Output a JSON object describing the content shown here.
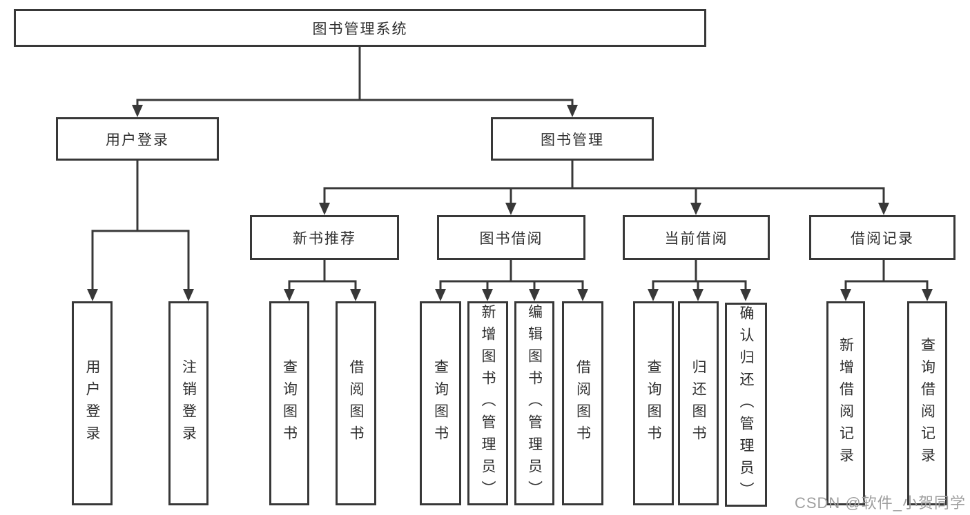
{
  "diagram_title": "图书管理系统",
  "colors": {
    "line": "#383838",
    "text": "#2f2f2f",
    "background": "#ffffff",
    "watermark": "#9e9e9e"
  },
  "nodes": {
    "root": "图书管理系统",
    "l2": [
      "用户登录",
      "图书管理"
    ],
    "l3": [
      "新书推荐",
      "图书借阅",
      "当前借阅",
      "借阅记录"
    ],
    "l4_user": [
      "用户登录",
      "注销登录"
    ],
    "l4_newbook": [
      "查询图书",
      "借阅图书"
    ],
    "l4_borrow": [
      "查询图书",
      "新增图书（管理员）",
      "编辑图书（管理员）",
      "借阅图书"
    ],
    "l4_current": [
      "查询图书",
      "归还图书",
      "确认归还（管理员）"
    ],
    "l4_records": [
      "新增借阅记录",
      "查询借阅记录"
    ]
  },
  "watermark": "CSDN @软件_小贺同学"
}
